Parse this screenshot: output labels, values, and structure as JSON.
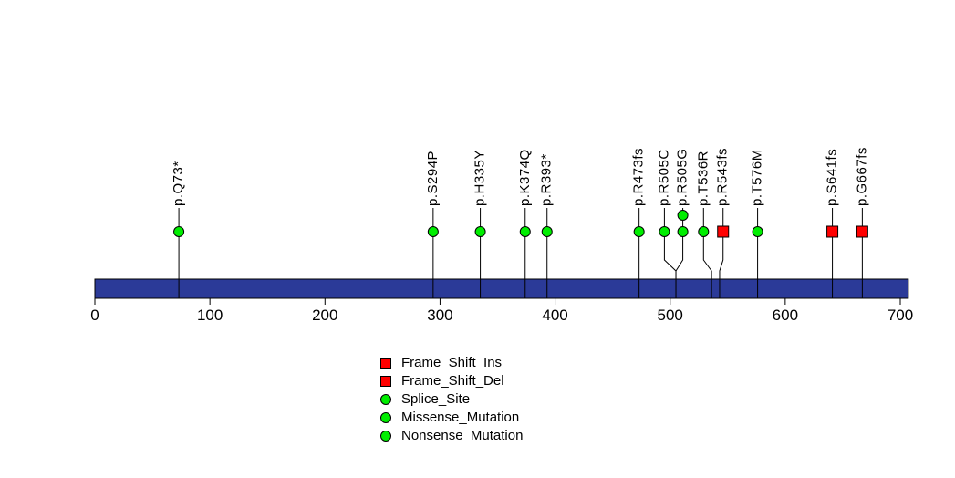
{
  "chart_data": {
    "type": "lollipop",
    "title": "",
    "axis": {
      "xlim": [
        0,
        707
      ],
      "ticks": [
        0,
        100,
        200,
        300,
        400,
        500,
        600,
        700
      ]
    },
    "colors": {
      "backbone": "#2B3A98",
      "truncating": "#FF0000",
      "non_truncating": "#00EE00",
      "stem": "#000000",
      "text": "#000000"
    },
    "mutations": [
      {
        "label": "p.Q73*",
        "position": 73,
        "display_position": 73,
        "shape": "circle",
        "color": "#00EE00",
        "count": 1
      },
      {
        "label": "p.S294P",
        "position": 294,
        "display_position": 294,
        "shape": "circle",
        "color": "#00EE00",
        "count": 1
      },
      {
        "label": "p.H335Y",
        "position": 335,
        "display_position": 335,
        "shape": "circle",
        "color": "#00EE00",
        "count": 1
      },
      {
        "label": "p.K374Q",
        "position": 374,
        "display_position": 374,
        "shape": "circle",
        "color": "#00EE00",
        "count": 1
      },
      {
        "label": "p.R393*",
        "position": 393,
        "display_position": 393,
        "shape": "circle",
        "color": "#00EE00",
        "count": 1
      },
      {
        "label": "p.R473fs",
        "position": 473,
        "display_position": 473,
        "shape": "circle",
        "color": "#00EE00",
        "count": 1
      },
      {
        "label": "p.R505C",
        "position": 505,
        "display_position": 495,
        "shape": "circle",
        "color": "#00EE00",
        "count": 1
      },
      {
        "label": "p.R505G",
        "position": 505,
        "display_position": 511,
        "shape": "circle",
        "color": "#00EE00",
        "count": 2
      },
      {
        "label": "p.T536R",
        "position": 536,
        "display_position": 529,
        "shape": "circle",
        "color": "#00EE00",
        "count": 1
      },
      {
        "label": "p.R543fs",
        "position": 543,
        "display_position": 546,
        "shape": "square",
        "color": "#FF0000",
        "count": 1
      },
      {
        "label": "p.T576M",
        "position": 576,
        "display_position": 576,
        "shape": "circle",
        "color": "#00EE00",
        "count": 1
      },
      {
        "label": "p.S641fs",
        "position": 641,
        "display_position": 641,
        "shape": "square",
        "color": "#FF0000",
        "count": 1
      },
      {
        "label": "p.G667fs",
        "position": 667,
        "display_position": 667,
        "shape": "square",
        "color": "#FF0000",
        "count": 1
      }
    ],
    "legend": [
      {
        "label": "Frame_Shift_Ins",
        "shape": "square",
        "color": "#FF0000"
      },
      {
        "label": "Frame_Shift_Del",
        "shape": "square",
        "color": "#FF0000"
      },
      {
        "label": "Splice_Site",
        "shape": "circle",
        "color": "#00EE00"
      },
      {
        "label": "Missense_Mutation",
        "shape": "circle",
        "color": "#00EE00"
      },
      {
        "label": "Nonsense_Mutation",
        "shape": "circle",
        "color": "#00EE00"
      }
    ]
  }
}
